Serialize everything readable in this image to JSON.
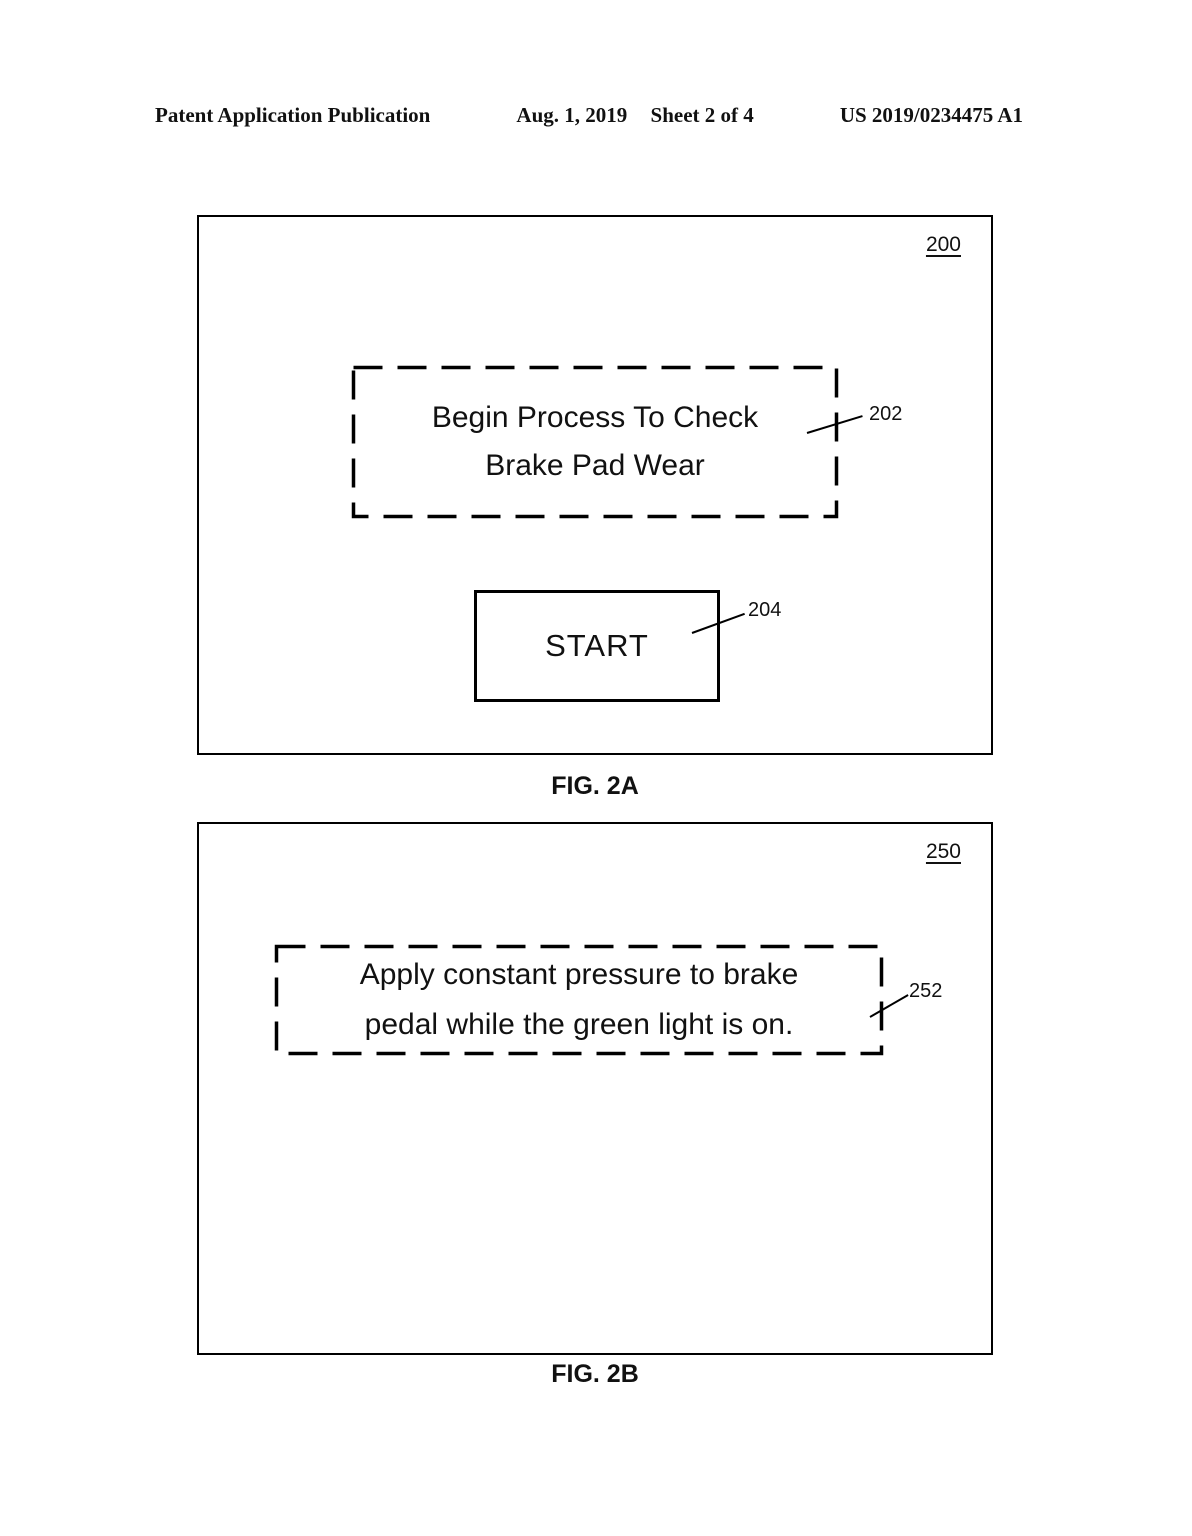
{
  "header": {
    "publication": "Patent Application Publication",
    "date": "Aug. 1, 2019",
    "sheet": "Sheet 2 of 4",
    "patent_number": "US 2019/0234475 A1"
  },
  "fig2a": {
    "frame_ref": "200",
    "prompt_line1": "Begin Process To Check",
    "prompt_line2": "Brake Pad Wear",
    "prompt_ref": "202",
    "start_label": "START",
    "start_ref": "204",
    "caption": "FIG. 2A"
  },
  "fig2b": {
    "frame_ref": "250",
    "instruction_line1": "Apply constant pressure to brake",
    "instruction_line2": "pedal while the green light is on.",
    "instruction_ref": "252",
    "caption": "FIG. 2B"
  }
}
